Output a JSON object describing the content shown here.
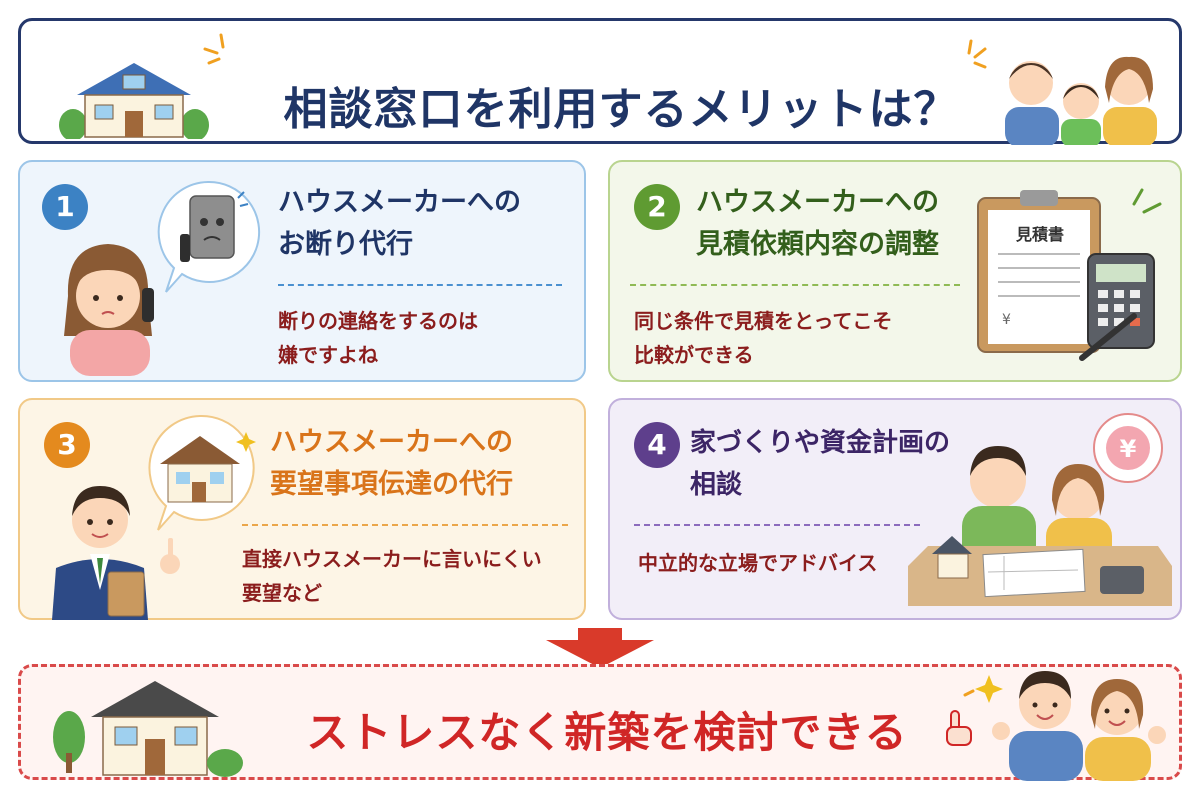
{
  "header": {
    "title": "相談窓口を利用するメリットは？"
  },
  "cards": [
    {
      "number": "1",
      "title_line1": "ハウスメーカーへの",
      "title_line2": "お断り代行",
      "desc_line1": "断りの連絡をするのは",
      "desc_line2": "嫌ですよね"
    },
    {
      "number": "2",
      "title_line1": "ハウスメーカーへの",
      "title_line2": "見積依頼内容の調整",
      "desc_line1": "同じ条件で見積をとってこそ",
      "desc_line2": "比較ができる",
      "doc_label": "見積書",
      "yen_mark": "¥"
    },
    {
      "number": "3",
      "title_line1": "ハウスメーカーへの",
      "title_line2": "要望事項伝達の代行",
      "desc_line1": "直接ハウスメーカーに言いにくい",
      "desc_line2": "要望など"
    },
    {
      "number": "4",
      "title_line1": "家づくりや資金計画の",
      "title_line2": "相談",
      "desc_line1": "中立的な立場でアドバイス",
      "yen_mark": "¥"
    }
  ],
  "conclusion": {
    "text": "ストレスなく新築を検討できる"
  },
  "colors": {
    "navy": "#1f3566",
    "card1": "#3c82c4",
    "card2": "#5f9b32",
    "card3": "#e48a1e",
    "card4": "#5e3f8c",
    "accent_red": "#d02626"
  }
}
